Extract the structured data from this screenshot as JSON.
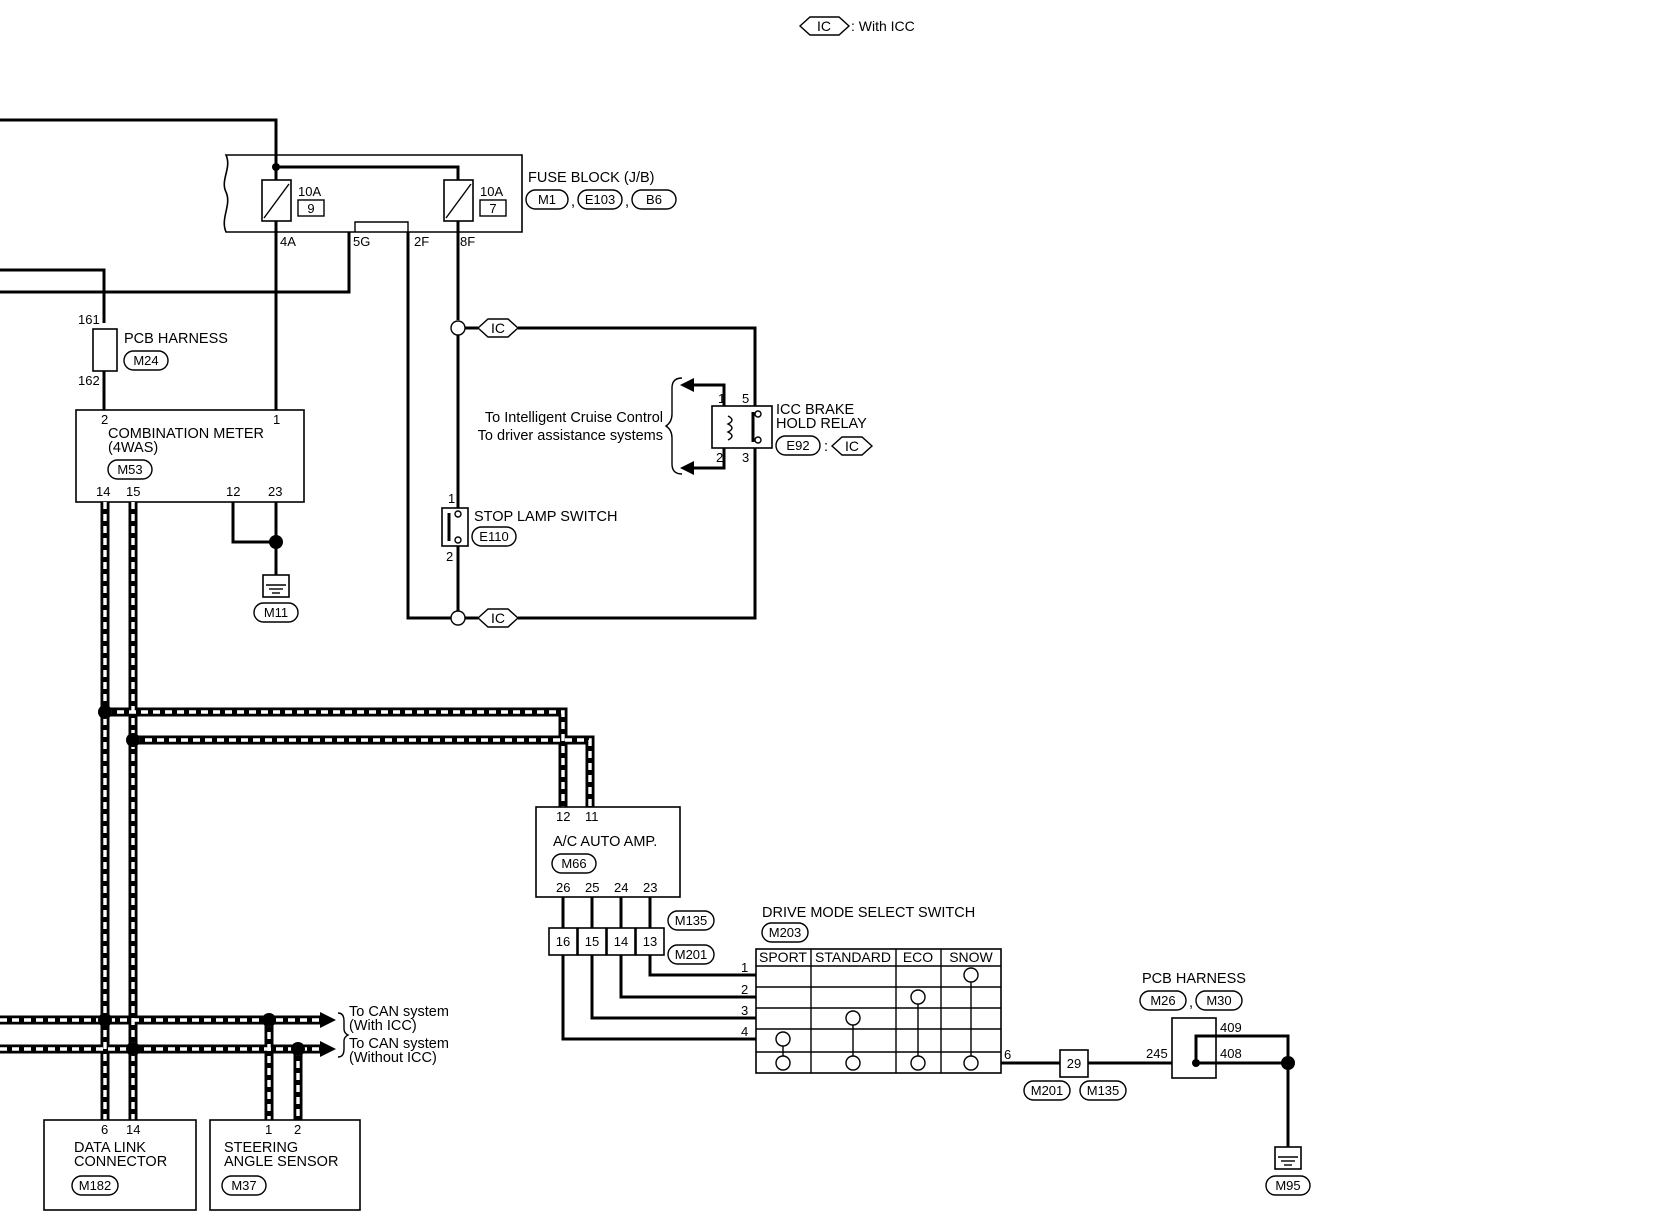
{
  "legend": {
    "tag": "IC",
    "text": ": With ICC"
  },
  "fuse_block": {
    "title": "FUSE BLOCK (J/B)",
    "connectors": [
      "M1",
      "E103",
      "B6"
    ],
    "fuse_left": {
      "rating": "10A",
      "number": "9"
    },
    "fuse_right": {
      "rating": "10A",
      "number": "7"
    },
    "pins": [
      "4A",
      "5G",
      "2F",
      "8F"
    ]
  },
  "ic_tag": "IC",
  "pcb_harness_1": {
    "title": "PCB HARNESS",
    "connector": "M24",
    "pin_top": "161",
    "pin_bottom": "162"
  },
  "combination_meter": {
    "line1": "COMBINATION METER",
    "line2": "(4WAS)",
    "connector": "M53",
    "pins": {
      "p2": "2",
      "p1": "1",
      "p14": "14",
      "p15": "15",
      "p12": "12",
      "p23": "23"
    }
  },
  "ground_m11": "M11",
  "icc_relay": {
    "line1": "ICC BRAKE",
    "line2": "HOLD RELAY",
    "connector": "E92",
    "pins": {
      "p1": "1",
      "p2": "2",
      "p5": "5",
      "p3": "3"
    },
    "note1": "To Intelligent Cruise Control",
    "note2": "To driver assistance systems"
  },
  "stop_lamp_switch": {
    "title": "STOP LAMP SWITCH",
    "connector": "E110",
    "pin_top": "1",
    "pin_bottom": "2"
  },
  "ac_amp": {
    "title": "A/C AUTO AMP.",
    "connector": "M66",
    "top_pins": [
      "12",
      "11"
    ],
    "bottom_pins": [
      "26",
      "25",
      "24",
      "23"
    ]
  },
  "joint_connectors": {
    "pins": [
      "16",
      "15",
      "14",
      "13"
    ],
    "conn_a": "M135",
    "conn_b": "M201"
  },
  "drive_mode": {
    "title": "DRIVE MODE SELECT SWITCH",
    "connector": "M203",
    "modes": [
      "SPORT",
      "STANDARD",
      "ECO",
      "SNOW"
    ],
    "row_pins": [
      "1",
      "2",
      "3",
      "4"
    ],
    "out_pin": "6"
  },
  "mid_connector": {
    "pin": "29",
    "conn_a": "M201",
    "conn_b": "M135"
  },
  "pcb_harness_2": {
    "title": "PCB HARNESS",
    "connectors": [
      "M26",
      "M30"
    ],
    "pin_in": "245",
    "pin_top": "409",
    "pin_right": "408"
  },
  "ground_m95": "M95",
  "can_notes": {
    "a1": "To CAN system",
    "a2": "(With ICC)",
    "b1": "To CAN system",
    "b2": "(Without ICC)"
  },
  "data_link": {
    "line1": "DATA LINK",
    "line2": "CONNECTOR",
    "connector": "M182",
    "pins": [
      "6",
      "14"
    ]
  },
  "steering": {
    "line1": "STEERING",
    "line2": "ANGLE SENSOR",
    "connector": "M37",
    "pins": [
      "1",
      "2"
    ]
  }
}
